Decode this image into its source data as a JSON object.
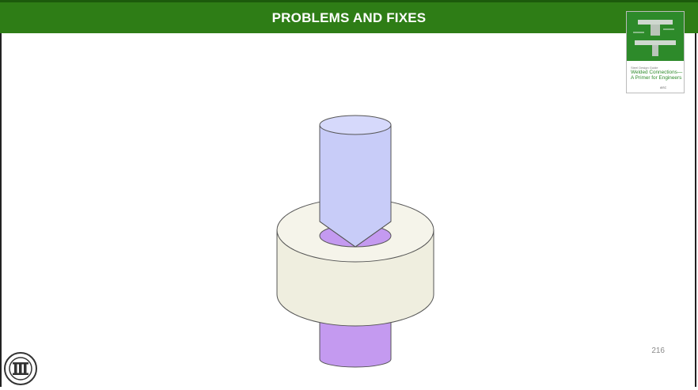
{
  "slide": {
    "title": "PROBLEMS AND FIXES",
    "page_number": "216"
  },
  "book_cover": {
    "series": "Steel Design Guide",
    "title": "Welded Connections— A Primer for Engineers",
    "publisher_logo": "AISC"
  },
  "colors": {
    "title_bar": "#2e7d16",
    "plunger": "#c8ccf8",
    "ring": "#efeedf",
    "hole": "#c49af0"
  },
  "seal": {
    "name": "AISC seal"
  }
}
